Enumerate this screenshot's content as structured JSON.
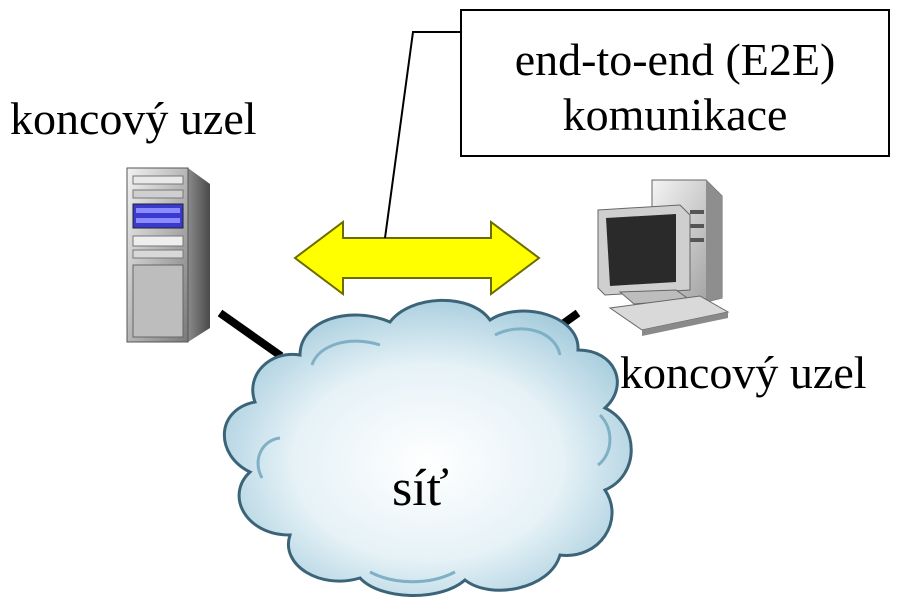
{
  "labels": {
    "left_node": "koncový uzel",
    "right_node": "koncový uzel",
    "network": "síť"
  },
  "callout": {
    "line1": "end-to-end (E2E)",
    "line2": "komunikace"
  },
  "colors": {
    "arrow_fill": "#ffff00",
    "arrow_stroke": "#6b6b00",
    "cloud_fill_light": "#ffffff",
    "cloud_fill_dark": "#a9cfe0",
    "cloud_stroke": "#3c6478",
    "server_panel": "#3a3ad0",
    "link_line": "#000000"
  },
  "icons": {
    "left_node": "server-tower-icon",
    "right_node": "desktop-computer-icon",
    "network": "cloud-icon",
    "communication": "double-headed-arrow-icon"
  }
}
